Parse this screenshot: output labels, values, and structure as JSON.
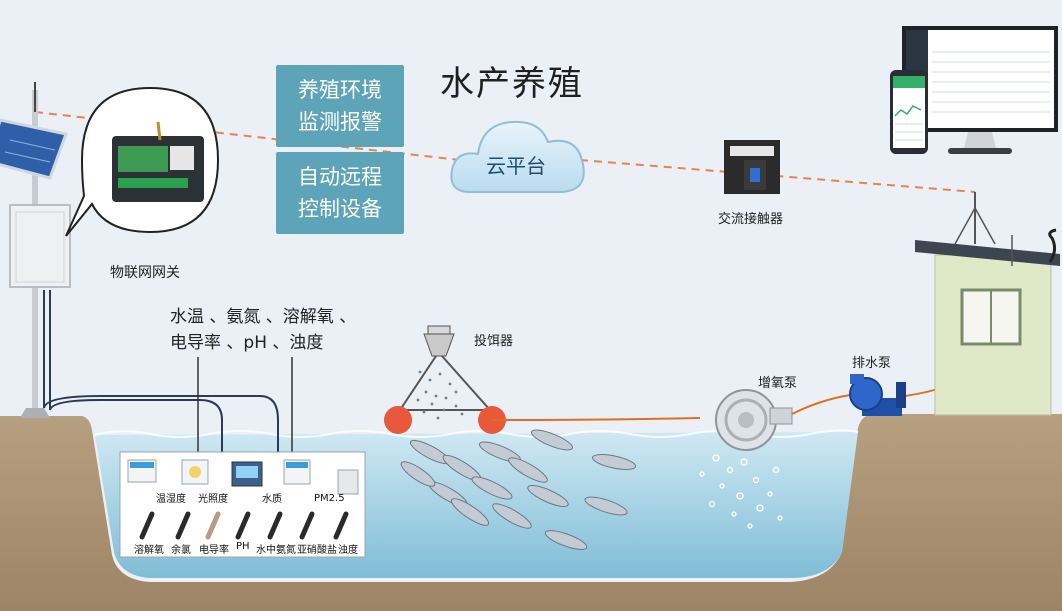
{
  "title": "水产养殖",
  "box_monitor": [
    "养殖环境",
    "监测报警"
  ],
  "box_control": [
    "自动远程",
    "控制设备"
  ],
  "cloud_label": "云平台",
  "gateway_label": "物联网网关",
  "contactor_label": "交流接触器",
  "feeder_label": "投饵器",
  "oxygen_pump_label": "增氧泵",
  "drain_pump_label": "排水泵",
  "params_lines": [
    "水温 、氨氮 、溶解氧 、",
    "电导率 、pH 、浊度"
  ],
  "sensor_labels": [
    "温湿度",
    "光照度",
    "水质",
    "PM2.5"
  ],
  "probe_labels": [
    "溶解氧",
    "余氯",
    "电导率",
    "PH",
    "水中氨氮",
    "亚硝酸盐",
    "浊度"
  ],
  "colors": {
    "sky": "#eaf0f5",
    "water": "#a9d6e8",
    "ground": "#b59c7c",
    "box": "#5ea4b8",
    "dashed_link": "#e8834e",
    "cable": "#e07020"
  }
}
